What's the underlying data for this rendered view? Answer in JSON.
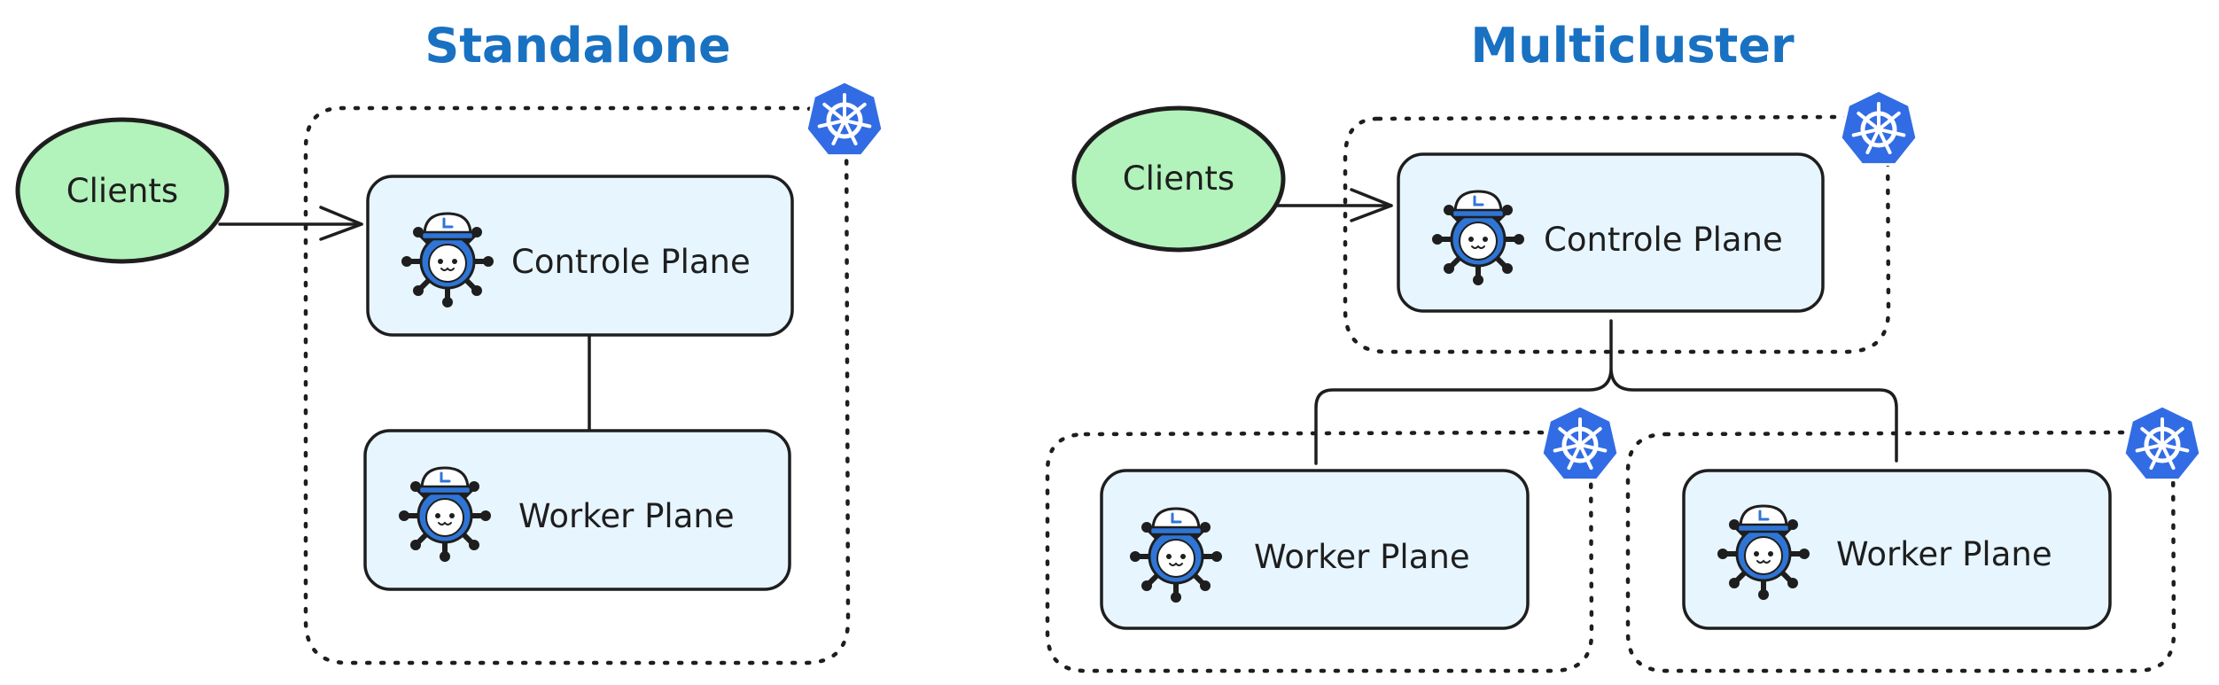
{
  "sections": {
    "standalone": {
      "title": "Standalone",
      "clients_label": "Clients",
      "control_plane_label": "Controle Plane",
      "worker_plane_label": "Worker Plane"
    },
    "multicluster": {
      "title": "Multicluster",
      "clients_label": "Clients",
      "control_plane_label": "Controle Plane",
      "worker_plane_left_label": "Worker Plane",
      "worker_plane_right_label": "Worker Plane"
    }
  },
  "icons": {
    "kubernetes": "kubernetes-icon",
    "mascot": "captain-wheel-mascot-icon"
  },
  "colors": {
    "title": "#1971c2",
    "client_fill": "#b2f2bb",
    "plane_fill": "#e7f5ff",
    "kubernetes_blue": "#326ce5",
    "mascot_blue": "#2f75d6",
    "outline": "#1e1e1e"
  }
}
